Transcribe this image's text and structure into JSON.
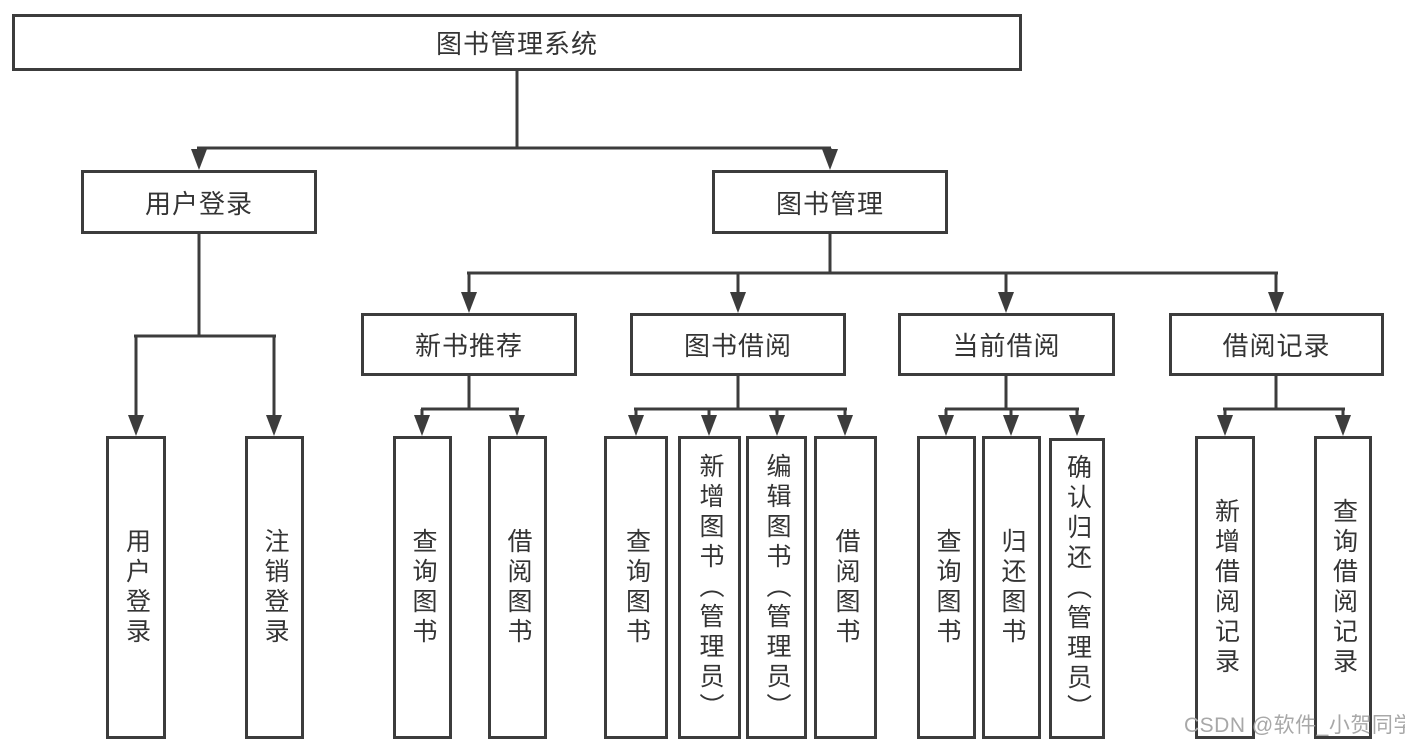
{
  "colors": {
    "line": "#3c3c3c",
    "text": "#343434",
    "watermark": "#a8a8a8",
    "background": "#ffffff"
  },
  "root": {
    "label": "图书管理系统"
  },
  "level2": [
    {
      "label": "用户登录"
    },
    {
      "label": "图书管理"
    }
  ],
  "level3": [
    {
      "label": "新书推荐"
    },
    {
      "label": "图书借阅"
    },
    {
      "label": "当前借阅"
    },
    {
      "label": "借阅记录"
    }
  ],
  "leaves": {
    "login": [
      "用户登录",
      "注销登录"
    ],
    "recommend": [
      "查询图书",
      "借阅图书"
    ],
    "borrow": [
      "查询图书",
      "新增图书（管理员）",
      "编辑图书（管理员）",
      "借阅图书"
    ],
    "current": [
      "查询图书",
      "归还图书",
      "确认归还（管理员）"
    ],
    "records": [
      "新增借阅记录",
      "查询借阅记录"
    ]
  },
  "watermark": {
    "text": "CSDN @软件_小贺同学"
  }
}
